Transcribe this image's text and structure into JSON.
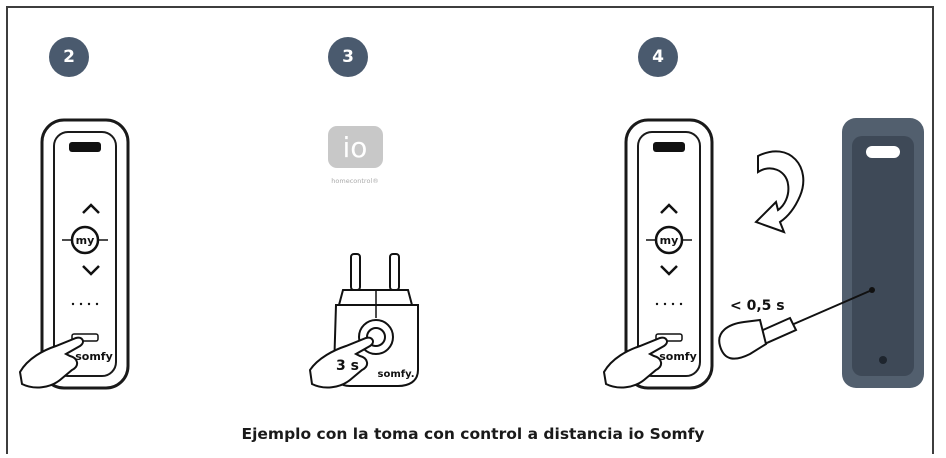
{
  "steps": [
    "2",
    "3",
    "4"
  ],
  "remote": {
    "up_symbol": "^",
    "my_label": "my",
    "down_symbol": "v",
    "brand": "somfy"
  },
  "io_logo": {
    "mark": "io",
    "sub": "homecontrol®"
  },
  "plug": {
    "time_label": "3 s",
    "brand": "somfy."
  },
  "holder": {
    "time_label": "< 0,5 s"
  },
  "caption": "Ejemplo con la toma con control a distancia io Somfy",
  "colors": {
    "badge": "#4a5a6e",
    "holder": "#525f6e",
    "io_gray": "#c8c8c8",
    "frame": "#3d3d3d"
  }
}
